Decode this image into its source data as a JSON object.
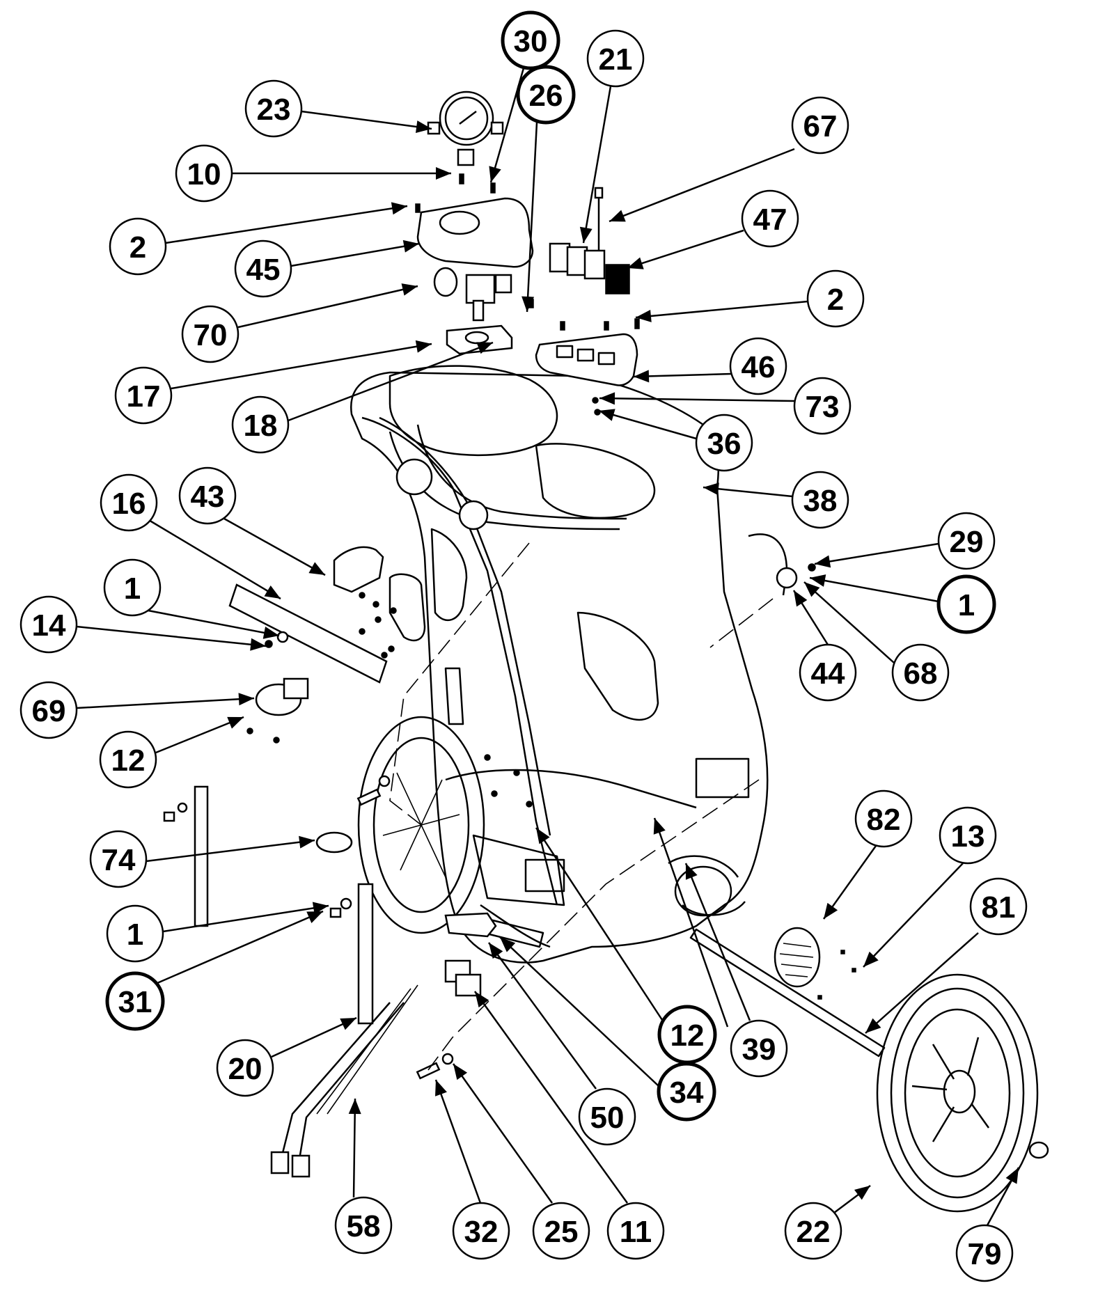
{
  "callouts": [
    {
      "id": "c-23",
      "label": "23"
    },
    {
      "id": "c-30",
      "label": "30"
    },
    {
      "id": "c-26",
      "label": "26"
    },
    {
      "id": "c-21",
      "label": "21"
    },
    {
      "id": "c-67",
      "label": "67"
    },
    {
      "id": "c-10",
      "label": "10"
    },
    {
      "id": "c-47",
      "label": "47"
    },
    {
      "id": "c-2a",
      "label": "2"
    },
    {
      "id": "c-45",
      "label": "45"
    },
    {
      "id": "c-2b",
      "label": "2"
    },
    {
      "id": "c-70",
      "label": "70"
    },
    {
      "id": "c-46",
      "label": "46"
    },
    {
      "id": "c-17",
      "label": "17"
    },
    {
      "id": "c-73",
      "label": "73"
    },
    {
      "id": "c-18",
      "label": "18"
    },
    {
      "id": "c-36",
      "label": "36"
    },
    {
      "id": "c-16",
      "label": "16"
    },
    {
      "id": "c-43",
      "label": "43"
    },
    {
      "id": "c-38",
      "label": "38"
    },
    {
      "id": "c-29",
      "label": "29"
    },
    {
      "id": "c-1a",
      "label": "1"
    },
    {
      "id": "c-1b",
      "label": "1"
    },
    {
      "id": "c-14",
      "label": "14"
    },
    {
      "id": "c-44",
      "label": "44"
    },
    {
      "id": "c-68",
      "label": "68"
    },
    {
      "id": "c-69",
      "label": "69"
    },
    {
      "id": "c-12a",
      "label": "12"
    },
    {
      "id": "c-82",
      "label": "82"
    },
    {
      "id": "c-13",
      "label": "13"
    },
    {
      "id": "c-74",
      "label": "74"
    },
    {
      "id": "c-81",
      "label": "81"
    },
    {
      "id": "c-1c",
      "label": "1"
    },
    {
      "id": "c-31",
      "label": "31"
    },
    {
      "id": "c-12b",
      "label": "12"
    },
    {
      "id": "c-39",
      "label": "39"
    },
    {
      "id": "c-20",
      "label": "20"
    },
    {
      "id": "c-34",
      "label": "34"
    },
    {
      "id": "c-50",
      "label": "50"
    },
    {
      "id": "c-58",
      "label": "58"
    },
    {
      "id": "c-32",
      "label": "32"
    },
    {
      "id": "c-25",
      "label": "25"
    },
    {
      "id": "c-11",
      "label": "11"
    },
    {
      "id": "c-22",
      "label": "22"
    },
    {
      "id": "c-79",
      "label": "79"
    }
  ]
}
